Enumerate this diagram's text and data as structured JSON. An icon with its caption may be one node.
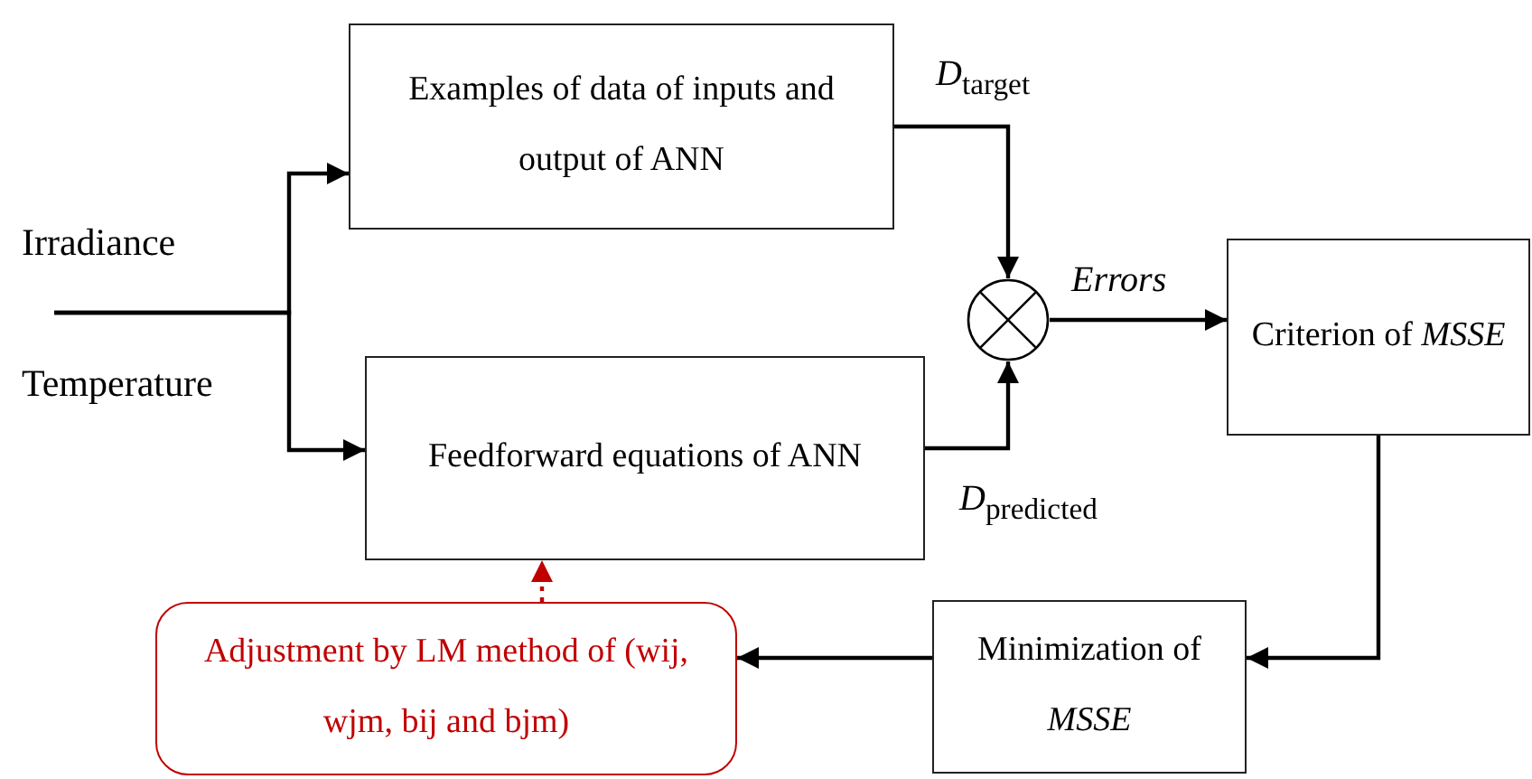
{
  "diagram": {
    "nodes": [
      {
        "text": [
          "Examples of data of inputs and output of ANN"
        ]
      },
      {
        "text": [
          "Feedforward equations of ANN"
        ]
      },
      {
        "text": [],
        "shape": "circle"
      },
      {
        "text": [
          "Criterion of *MSSE*"
        ]
      },
      {
        "text": [
          "Minimization of *MSSE*"
        ]
      },
      {
        "text": [
          "Adjustment by LM method of (wij, wjm, bij and bjm)"
        ]
      }
    ],
    "edges": [
      {
        "from": null,
        "to": 0,
        "arrow": "to"
      },
      {
        "from": null,
        "to": 1,
        "arrow": "to"
      },
      {
        "from": 0,
        "to": 2,
        "arrow": "to",
        "label": "*D*$_{target}$"
      },
      {
        "from": 1,
        "to": 2,
        "arrow": "to",
        "label": "*D*$_{predicted}$"
      },
      {
        "from": 2,
        "to": 3,
        "arrow": "to",
        "label": "*Errors*"
      },
      {
        "from": 3,
        "to": 4,
        "arrow": "to"
      },
      {
        "from": 4,
        "to": 5,
        "arrow": "to"
      },
      {
        "from": 5,
        "to": 1,
        "arrow": "to",
        "style": "dashed",
        "color": "#c00000"
      }
    ],
    "labels": [
      "Irradiance",
      "Temperature"
    ]
  }
}
